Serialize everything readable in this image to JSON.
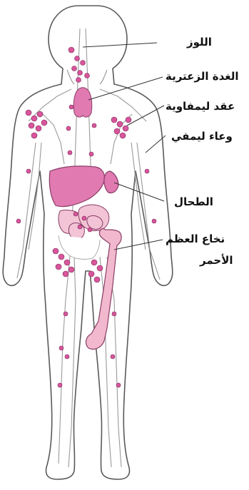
{
  "labels": {
    "tonsils": "اللوز",
    "thymus": "الغدة الزعترية",
    "lymph_nodes": "عقد ليمفاوية",
    "lymph_vessel": "وعاء ليمفي",
    "spleen": "الطحال",
    "bone_marrow_line1": "نخاع العظم",
    "bone_marrow_line2": "الأحمر"
  },
  "colors": {
    "outline": "#5a5a5a",
    "organ_pink": "#e07ab0",
    "node_pink": "#d8559c",
    "bone_pink": "#f2b8cd",
    "vessel": "#9a9a9a",
    "text": "#111111"
  }
}
